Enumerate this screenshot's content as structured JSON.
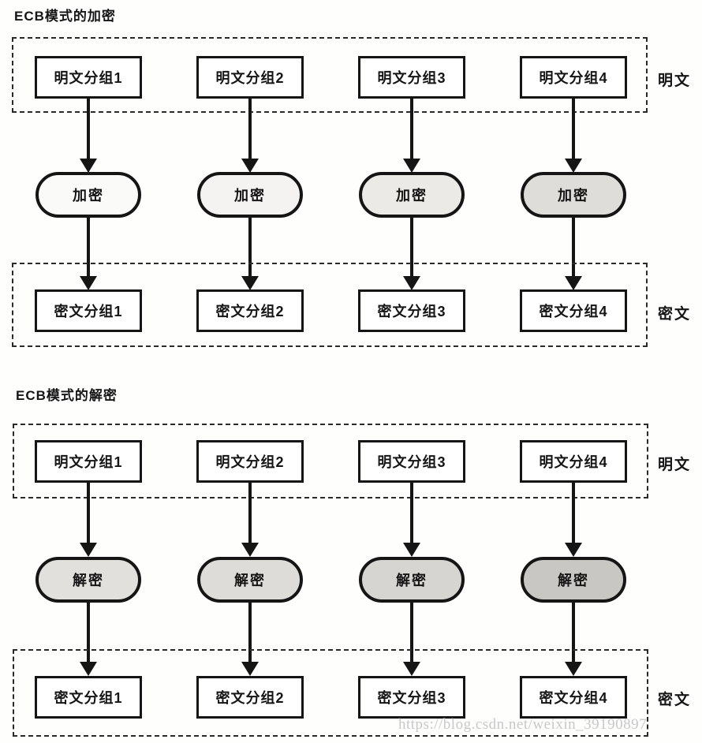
{
  "watermark": {
    "text": "https://blog.csdn.net/weixin_39190897",
    "color": "#c8c8c8"
  },
  "colors": {
    "border": "#151515",
    "dashed_border": "#2a2a2a"
  },
  "diagrams": [
    {
      "title": "ECB模式的加密",
      "top_row": {
        "label": "明文",
        "boxes": [
          "明文分组1",
          "明文分组2",
          "明文分组3",
          "明文分组4"
        ]
      },
      "process": {
        "labels": [
          "加密",
          "加密",
          "加密",
          "加密"
        ],
        "fills": [
          "#fafaf8",
          "#f4f3f1",
          "#eceae7",
          "#dfddda"
        ]
      },
      "bottom_row": {
        "label": "密文",
        "boxes": [
          "密文分组1",
          "密文分组2",
          "密文分组3",
          "密文分组4"
        ]
      }
    },
    {
      "title": "ECB模式的解密",
      "top_row": {
        "label": "明文",
        "boxes": [
          "明文分组1",
          "明文分组2",
          "明文分组3",
          "明文分组4"
        ]
      },
      "process": {
        "labels": [
          "解密",
          "解密",
          "解密",
          "解密"
        ],
        "fills": [
          "#e2e0dd",
          "#dedcd9",
          "#d7d5d2",
          "#c9c7c4"
        ]
      },
      "bottom_row": {
        "label": "密文",
        "boxes": [
          "密文分组1",
          "密文分组2",
          "密文分组3",
          "密文分组4"
        ]
      }
    }
  ]
}
